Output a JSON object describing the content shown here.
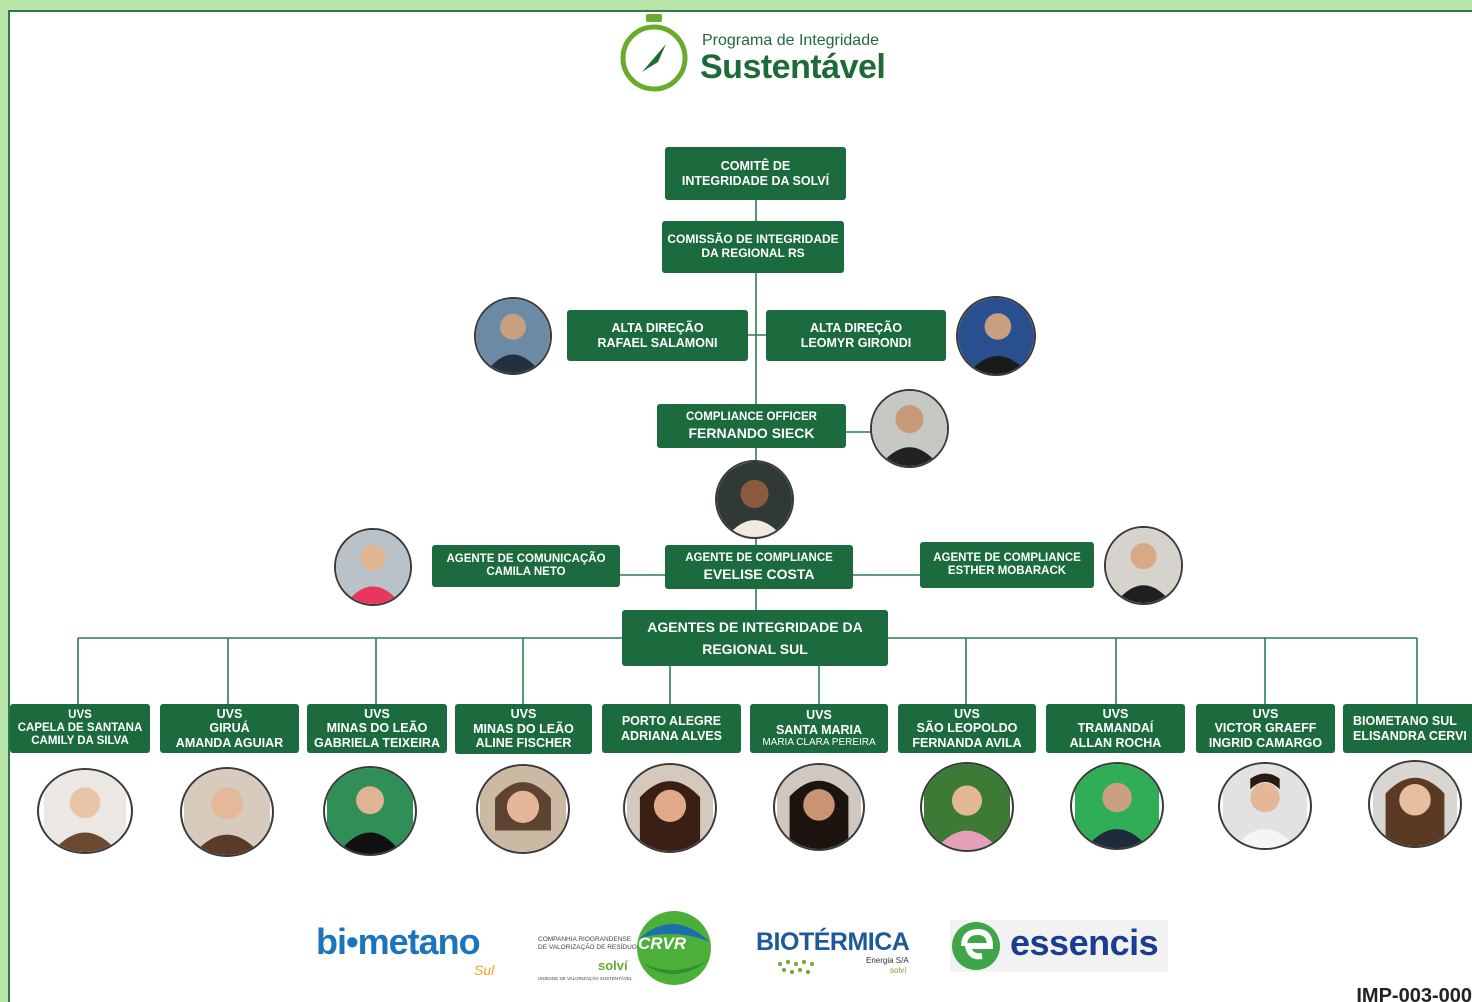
{
  "header": {
    "logo_line1": "Programa de Integridade",
    "logo_line2": "Sustentável"
  },
  "colors": {
    "box": "#1b6b3f",
    "line": "#2f7d4f",
    "brand_green": "#6aab2e",
    "dark_green": "#1e6b3a"
  },
  "org": {
    "comite": [
      "COMITÊ DE",
      "INTEGRIDADE DA SOLVÍ"
    ],
    "comissao": [
      "COMISSÃO DE INTEGRIDADE",
      "DA REGIONAL RS"
    ],
    "alta_direcao_left": [
      "ALTA DIREÇÃO",
      "RAFAEL SALAMONI"
    ],
    "alta_direcao_right": [
      "ALTA DIREÇÃO",
      "LEOMYR GIRONDI"
    ],
    "compliance_officer": [
      "COMPLIANCE OFFICER",
      "FERNANDO SIECK"
    ],
    "agente_comunicacao": [
      "AGENTE DE COMUNICAÇÃO",
      "CAMILA NETO"
    ],
    "agente_compliance_center": [
      "AGENTE DE COMPLIANCE",
      "EVELISE COSTA"
    ],
    "agente_compliance_right": [
      "AGENTE DE COMPLIANCE",
      "ESTHER MOBARACK"
    ],
    "agentes_integridade": [
      "AGENTES DE INTEGRIDADE DA",
      "REGIONAL SUL"
    ]
  },
  "units": [
    {
      "lines": [
        "UVS",
        "CAPELA DE SANTANA",
        "CAMILY DA SILVA"
      ]
    },
    {
      "lines": [
        "UVS",
        "GIRUÁ",
        "AMANDA AGUIAR"
      ]
    },
    {
      "lines": [
        "UVS",
        "MINAS DO LEÃO",
        "GABRIELA TEIXEIRA"
      ]
    },
    {
      "lines": [
        "UVS",
        "MINAS DO LEÃO",
        "ALINE FISCHER"
      ]
    },
    {
      "lines": [
        "PORTO ALEGRE",
        "ADRIANA ALVES"
      ]
    },
    {
      "lines": [
        "UVS",
        "SANTA MARIA",
        "MARIA CLARA PEREIRA"
      ]
    },
    {
      "lines": [
        "UVS",
        "SÃO LEOPOLDO",
        "FERNANDA AVILA"
      ]
    },
    {
      "lines": [
        "UVS",
        "TRAMANDAÍ",
        "ALLAN ROCHA"
      ]
    },
    {
      "lines": [
        "UVS",
        "VICTOR GRAEFF",
        "INGRID CAMARGO"
      ]
    },
    {
      "lines": [
        "BIOMETANO SUL",
        "ELISANDRA CERVI"
      ]
    }
  ],
  "footer": {
    "biometano": "bi•metano",
    "biometano_sub": "Sul",
    "crvr_text1": "COMPANHIA RIOGRANDENSE",
    "crvr_text2": "DE VALORIZAÇÃO DE RESÍDUOS",
    "crvr_solvi": "solví",
    "crvr_unit": "UNIDADE DE VALORIZAÇÃO SUSTENTÁVEL",
    "crvr_badge": "CRVR",
    "biotermica": "BIOTÉRMICA",
    "biotermica_sub": "Energia S/A",
    "biotermica_solvi": "solví",
    "essencis": "essencis",
    "doc_code": "IMP-003-000"
  }
}
